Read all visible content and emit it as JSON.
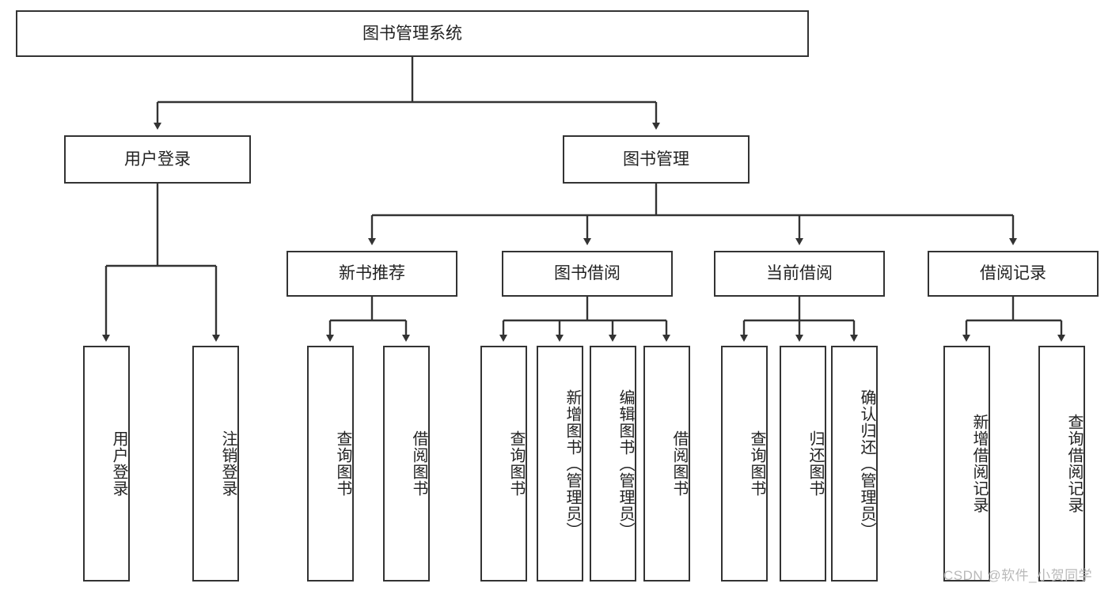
{
  "diagram": {
    "type": "tree-hierarchy",
    "title": "图书管理系统",
    "watermark": "CSDN @软件_小贺同学",
    "colors": {
      "stroke": "#333333",
      "fill": "#ffffff",
      "text": "#222222",
      "watermark": "#b9b9b9"
    },
    "nodes": {
      "root": {
        "label": "图书管理系统"
      },
      "level2": [
        {
          "id": "user-login",
          "label": "用户登录"
        },
        {
          "id": "book-manage",
          "label": "图书管理"
        }
      ],
      "level3": [
        {
          "id": "new-book-recommend",
          "label": "新书推荐"
        },
        {
          "id": "book-borrow",
          "label": "图书借阅"
        },
        {
          "id": "current-borrow",
          "label": "当前借阅"
        },
        {
          "id": "borrow-record",
          "label": "借阅记录"
        }
      ],
      "leaves": {
        "user-login": [
          {
            "id": "leaf-user-login",
            "label": "用户登录"
          },
          {
            "id": "leaf-user-logout",
            "label": "注销登录"
          }
        ],
        "new-book-recommend": [
          {
            "id": "leaf-query-book-1",
            "label": "查询图书"
          },
          {
            "id": "leaf-borrow-book-1",
            "label": "借阅图书"
          }
        ],
        "book-borrow": [
          {
            "id": "leaf-query-book-2",
            "label": "查询图书"
          },
          {
            "id": "leaf-add-book",
            "label": "新增图书（管理员）"
          },
          {
            "id": "leaf-edit-book",
            "label": "编辑图书（管理员）"
          },
          {
            "id": "leaf-borrow-book-2",
            "label": "借阅图书"
          }
        ],
        "current-borrow": [
          {
            "id": "leaf-query-book-3",
            "label": "查询图书"
          },
          {
            "id": "leaf-return-book",
            "label": "归还图书"
          },
          {
            "id": "leaf-confirm-return",
            "label": "确认归还（管理员）"
          }
        ],
        "borrow-record": [
          {
            "id": "leaf-add-record",
            "label": "新增借阅记录"
          },
          {
            "id": "leaf-query-record",
            "label": "查询借阅记录"
          }
        ]
      }
    }
  }
}
